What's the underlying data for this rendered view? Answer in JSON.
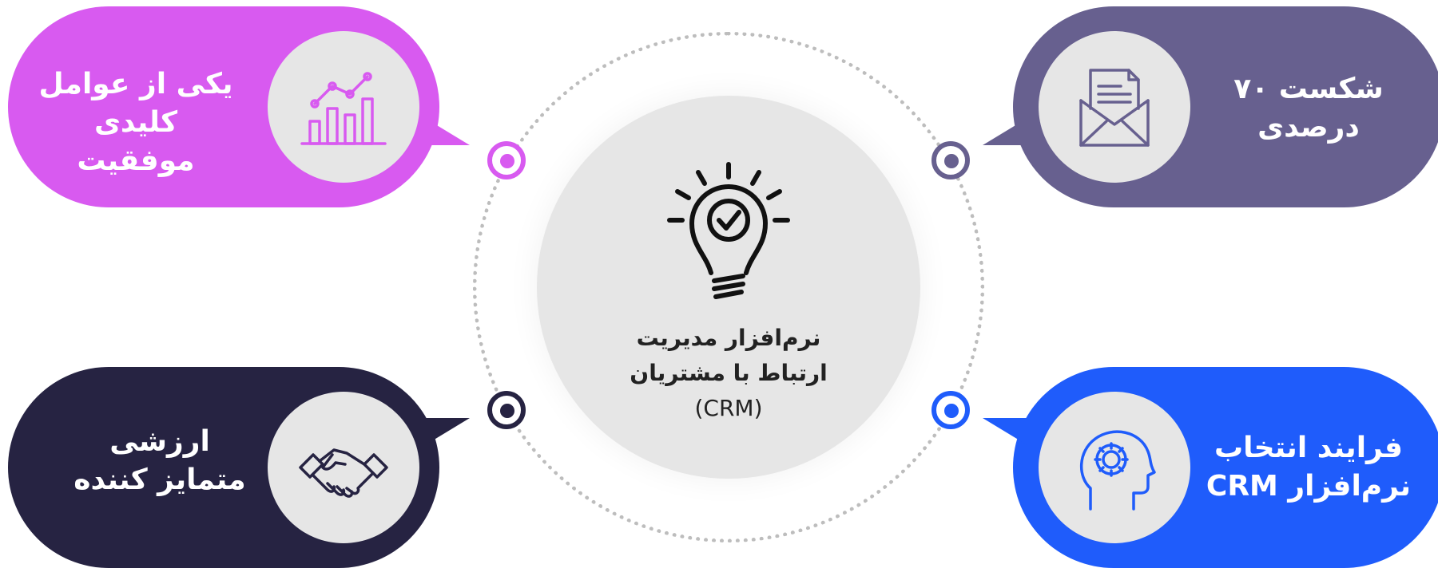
{
  "center": {
    "line1": "نرم‌افزار مدیریت",
    "line2": "ارتباط با مشتریان",
    "line3": "(CRM)",
    "icon": "lightbulb-check-icon"
  },
  "bubbles": {
    "top_left": {
      "line1": "یکی از عوامل",
      "line2": "کلیدی موفقیت",
      "icon": "chart-growth-icon",
      "color": "#d85af0"
    },
    "top_right": {
      "line1": "شکست ۷۰",
      "line2": "درصدی",
      "icon": "envelope-letter-icon",
      "color": "#67608f"
    },
    "bottom_left": {
      "line1": "ارزشی",
      "line2": "متمایز کننده",
      "icon": "handshake-icon",
      "color": "#262342"
    },
    "bottom_right": {
      "line1": "فرایند انتخاب",
      "line2": "نرم‌افزار CRM",
      "icon": "head-gear-icon",
      "color": "#1f5cfb"
    }
  }
}
